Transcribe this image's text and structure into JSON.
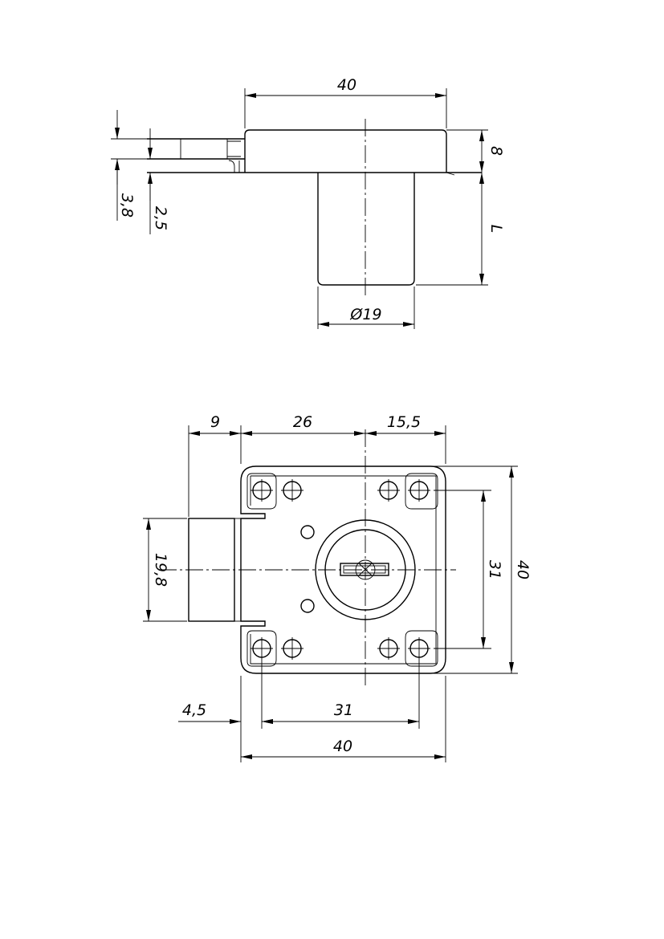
{
  "side_view": {
    "width_top": "40",
    "flange_thickness": "8",
    "cylinder_length": "L",
    "cylinder_diameter": "Ø19",
    "bolt_thickness": "3,8",
    "bolt_offset": "2,5"
  },
  "front_view": {
    "bolt_width": "9",
    "hole_to_center": "26",
    "center_to_edge": "15,5",
    "bolt_height": "19,8",
    "hole_spacing_vertical": "31",
    "total_height": "40",
    "edge_offset": "4,5",
    "hole_spacing_horizontal": "31",
    "total_width": "40"
  },
  "colors": {
    "line": "#000000",
    "background": "#ffffff"
  }
}
